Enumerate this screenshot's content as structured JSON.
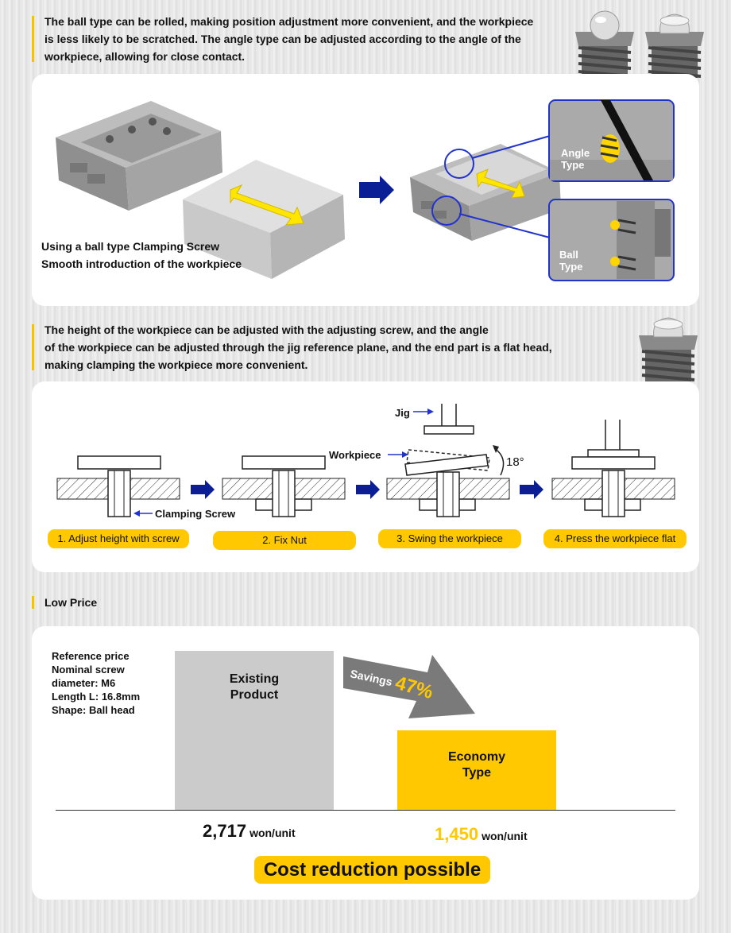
{
  "section1": {
    "intro_lines": [
      "The ball type can be rolled, making position adjustment more convenient, and the workpiece",
      "is less likely to be scratched. The angle type can be adjusted according to the angle of the",
      "workpiece, allowing for close contact."
    ],
    "caption_lines": [
      "Using a ball type Clamping Screw",
      "Smooth introduction of the workpiece"
    ],
    "angle_type_label": [
      "Angle",
      "Type"
    ],
    "ball_type_label": [
      "Ball",
      "Type"
    ]
  },
  "section2": {
    "intro_lines": [
      "The height of the workpiece can be adjusted with the adjusting screw, and the angle",
      "of the workpiece can be adjusted through the jig reference plane, and the end part is a flat head,",
      "making clamping the workpiece more convenient."
    ],
    "labels": {
      "jig": "Jig",
      "workpiece": "Workpiece",
      "clamping_screw": "Clamping Screw",
      "angle": "18°"
    },
    "steps": [
      "1. Adjust height with screw",
      "2. Fix Nut",
      "3. Swing the workpiece",
      "4. Press the workpiece flat"
    ]
  },
  "section3": {
    "heading": "Low Price",
    "reference_lines": [
      "Reference price",
      "Nominal screw",
      "diameter: M6",
      "Length L: 16.8mm",
      "Shape: Ball head"
    ],
    "existing_label": [
      "Existing",
      "Product"
    ],
    "economy_label": [
      "Economy",
      "Type"
    ],
    "savings_label": "Savings",
    "savings_value": "47%",
    "existing_price": "2,717",
    "economy_price": "1,450",
    "unit": "won/unit",
    "cost_banner": "Cost reduction possible"
  },
  "colors": {
    "accent": "#ffc800",
    "arrow_blue": "#0a1f96",
    "frame_blue": "#2233cc"
  }
}
